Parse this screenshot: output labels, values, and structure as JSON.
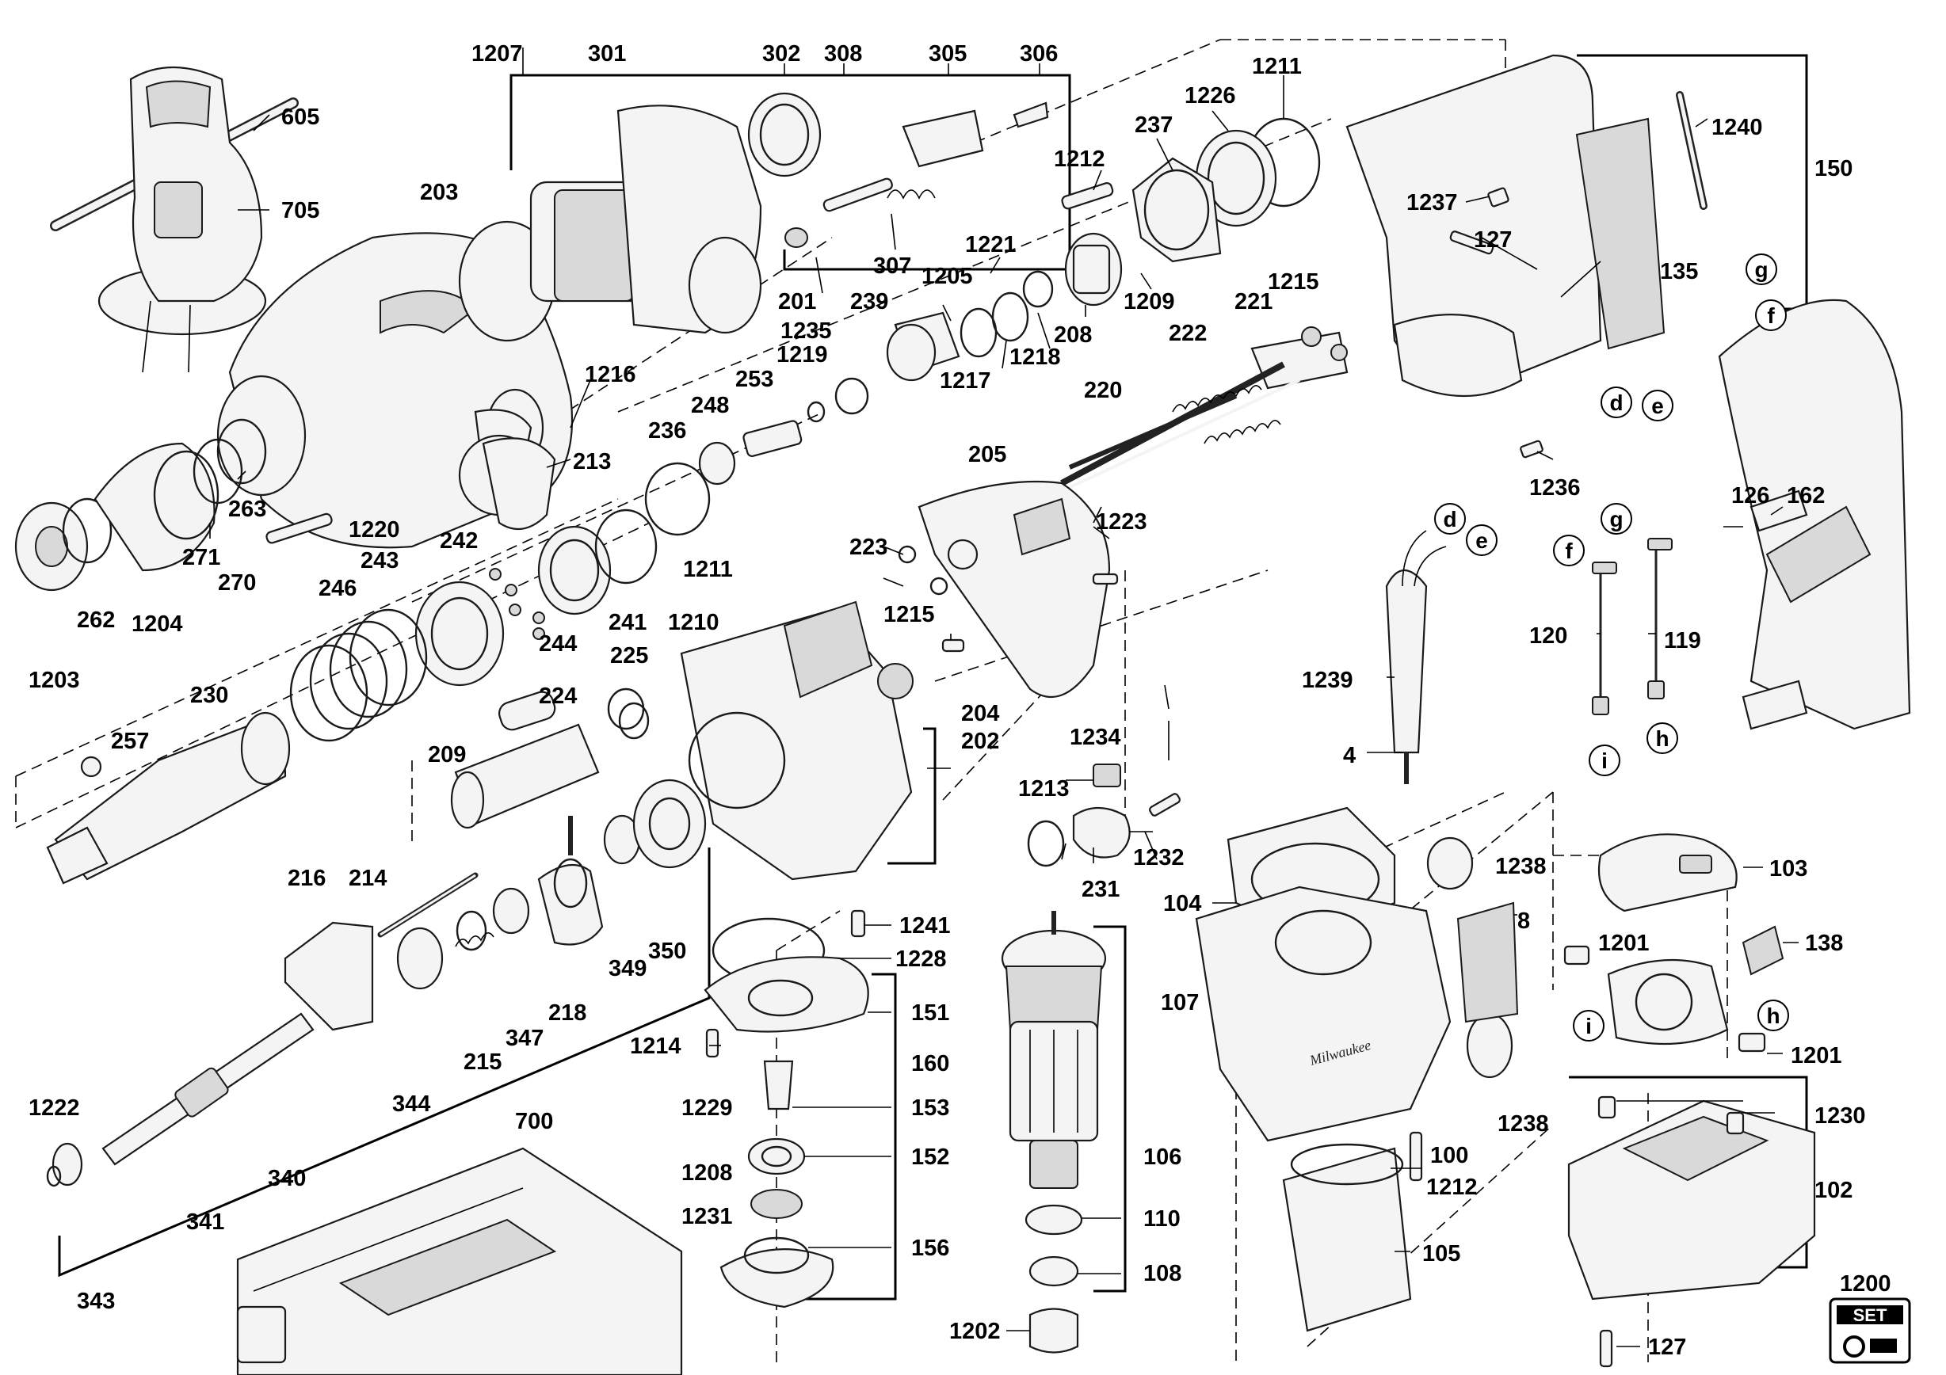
{
  "diagram": {
    "labels": [
      {
        "id": "1207",
        "text": "1207"
      },
      {
        "id": "301",
        "text": "301"
      },
      {
        "id": "302",
        "text": "302"
      },
      {
        "id": "308",
        "text": "308"
      },
      {
        "id": "305",
        "text": "305"
      },
      {
        "id": "306",
        "text": "306"
      },
      {
        "id": "1211a",
        "text": "1211"
      },
      {
        "id": "1226",
        "text": "1226"
      },
      {
        "id": "237",
        "text": "237"
      },
      {
        "id": "605",
        "text": "605"
      },
      {
        "id": "705",
        "text": "705"
      },
      {
        "id": "203",
        "text": "203"
      },
      {
        "id": "1212a",
        "text": "1212"
      },
      {
        "id": "1221",
        "text": "1221"
      },
      {
        "id": "1205",
        "text": "1205"
      },
      {
        "id": "307",
        "text": "307"
      },
      {
        "id": "201",
        "text": "201"
      },
      {
        "id": "239",
        "text": "239"
      },
      {
        "id": "1209",
        "text": "1209"
      },
      {
        "id": "208",
        "text": "208"
      },
      {
        "id": "1218",
        "text": "1218"
      },
      {
        "id": "1217",
        "text": "1217"
      },
      {
        "id": "1235",
        "text": "1235"
      },
      {
        "id": "1219",
        "text": "1219"
      },
      {
        "id": "253",
        "text": "253"
      },
      {
        "id": "248",
        "text": "248"
      },
      {
        "id": "236",
        "text": "236"
      },
      {
        "id": "1216",
        "text": "1216"
      },
      {
        "id": "213",
        "text": "213"
      },
      {
        "id": "263",
        "text": "263"
      },
      {
        "id": "271",
        "text": "271"
      },
      {
        "id": "270",
        "text": "270"
      },
      {
        "id": "262",
        "text": "262"
      },
      {
        "id": "1204",
        "text": "1204"
      },
      {
        "id": "1203",
        "text": "1203"
      },
      {
        "id": "1220",
        "text": "1220"
      },
      {
        "id": "242",
        "text": "242"
      },
      {
        "id": "243",
        "text": "243"
      },
      {
        "id": "246",
        "text": "246"
      },
      {
        "id": "244",
        "text": "244"
      },
      {
        "id": "241",
        "text": "241"
      },
      {
        "id": "1211b",
        "text": "1211"
      },
      {
        "id": "230",
        "text": "230"
      },
      {
        "id": "257",
        "text": "257"
      },
      {
        "id": "1210",
        "text": "1210"
      },
      {
        "id": "225",
        "text": "225"
      },
      {
        "id": "224",
        "text": "224"
      },
      {
        "id": "209",
        "text": "209"
      },
      {
        "id": "204",
        "text": "204"
      },
      {
        "id": "202",
        "text": "202"
      },
      {
        "id": "1215a",
        "text": "1215"
      },
      {
        "id": "221",
        "text": "221"
      },
      {
        "id": "222",
        "text": "222"
      },
      {
        "id": "220",
        "text": "220"
      },
      {
        "id": "205",
        "text": "205"
      },
      {
        "id": "1223",
        "text": "1223"
      },
      {
        "id": "223",
        "text": "223"
      },
      {
        "id": "1215b",
        "text": "1215"
      },
      {
        "id": "1234",
        "text": "1234"
      },
      {
        "id": "1213",
        "text": "1213"
      },
      {
        "id": "1232",
        "text": "1232"
      },
      {
        "id": "231",
        "text": "231"
      },
      {
        "id": "216",
        "text": "216"
      },
      {
        "id": "214",
        "text": "214"
      },
      {
        "id": "344",
        "text": "344"
      },
      {
        "id": "215",
        "text": "215"
      },
      {
        "id": "347",
        "text": "347"
      },
      {
        "id": "218",
        "text": "218"
      },
      {
        "id": "349",
        "text": "349"
      },
      {
        "id": "350",
        "text": "350"
      },
      {
        "id": "1222",
        "text": "1222"
      },
      {
        "id": "341",
        "text": "341"
      },
      {
        "id": "340",
        "text": "340"
      },
      {
        "id": "343",
        "text": "343"
      },
      {
        "id": "700",
        "text": "700"
      },
      {
        "id": "1241",
        "text": "1241"
      },
      {
        "id": "1228",
        "text": "1228"
      },
      {
        "id": "151",
        "text": "151"
      },
      {
        "id": "1214",
        "text": "1214"
      },
      {
        "id": "160",
        "text": "160"
      },
      {
        "id": "1229",
        "text": "1229"
      },
      {
        "id": "153",
        "text": "153"
      },
      {
        "id": "152",
        "text": "152"
      },
      {
        "id": "1208",
        "text": "1208"
      },
      {
        "id": "1231",
        "text": "1231"
      },
      {
        "id": "156",
        "text": "156"
      },
      {
        "id": "107",
        "text": "107"
      },
      {
        "id": "106",
        "text": "106"
      },
      {
        "id": "110",
        "text": "110"
      },
      {
        "id": "108",
        "text": "108"
      },
      {
        "id": "1202",
        "text": "1202"
      },
      {
        "id": "1238a",
        "text": "1238"
      },
      {
        "id": "104",
        "text": "104"
      },
      {
        "id": "8",
        "text": "8"
      },
      {
        "id": "1238b",
        "text": "1238"
      },
      {
        "id": "100",
        "text": "100"
      },
      {
        "id": "1212b",
        "text": "1212"
      },
      {
        "id": "105",
        "text": "105"
      },
      {
        "id": "103",
        "text": "103"
      },
      {
        "id": "1201a",
        "text": "1201"
      },
      {
        "id": "138",
        "text": "138"
      },
      {
        "id": "1201b",
        "text": "1201"
      },
      {
        "id": "1230",
        "text": "1230"
      },
      {
        "id": "102",
        "text": "102"
      },
      {
        "id": "1200",
        "text": "1200"
      },
      {
        "id": "127b",
        "text": "127"
      },
      {
        "id": "1240",
        "text": "1240"
      },
      {
        "id": "150",
        "text": "150"
      },
      {
        "id": "1237",
        "text": "1237"
      },
      {
        "id": "127a",
        "text": "127"
      },
      {
        "id": "135",
        "text": "135"
      },
      {
        "id": "1236",
        "text": "1236"
      },
      {
        "id": "126",
        "text": "126"
      },
      {
        "id": "162",
        "text": "162"
      },
      {
        "id": "120",
        "text": "120"
      },
      {
        "id": "119",
        "text": "119"
      },
      {
        "id": "1239",
        "text": "1239"
      },
      {
        "id": "4",
        "text": "4"
      }
    ],
    "callouts": [
      {
        "id": "g1",
        "text": "g"
      },
      {
        "id": "f1",
        "text": "f"
      },
      {
        "id": "d1",
        "text": "d"
      },
      {
        "id": "e1",
        "text": "e"
      },
      {
        "id": "d2",
        "text": "d"
      },
      {
        "id": "e2",
        "text": "e"
      },
      {
        "id": "g2",
        "text": "g"
      },
      {
        "id": "f2",
        "text": "f"
      },
      {
        "id": "i1",
        "text": "i"
      },
      {
        "id": "h1",
        "text": "h"
      },
      {
        "id": "i2",
        "text": "i"
      },
      {
        "id": "h2",
        "text": "h"
      }
    ],
    "set_badge": "SET",
    "housing_logo": "Milwaukee"
  }
}
